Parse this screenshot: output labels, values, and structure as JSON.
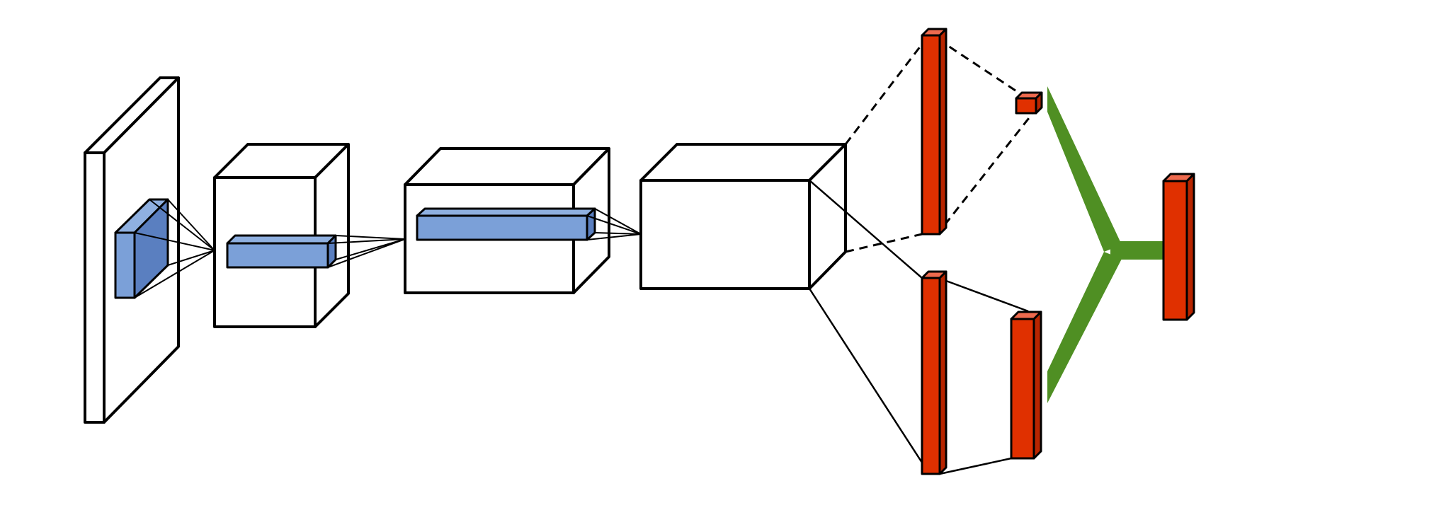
{
  "diagram": {
    "type": "cnn-architecture",
    "colors": {
      "outline": "#000000",
      "volume_fill": "#ffffff",
      "kernel_front": "#7ba0d8",
      "kernel_top": "#8fb0e0",
      "kernel_side": "#5a7fc0",
      "fc_front": "#e03000",
      "fc_top": "#ee6a4e",
      "fc_side": "#b82500",
      "merge": "#4f8f23"
    },
    "components": [
      {
        "kind": "input-volume",
        "stage": 1
      },
      {
        "kind": "convolution-volume",
        "stage": 2
      },
      {
        "kind": "convolution-volume",
        "stage": 3
      },
      {
        "kind": "convolution-volume",
        "stage": 4
      },
      {
        "kind": "fully-connected-branch",
        "branch": "upper",
        "connection": "dashed"
      },
      {
        "kind": "fully-connected-branch",
        "branch": "lower",
        "connection": "solid"
      },
      {
        "kind": "merge",
        "shape": "y-junction"
      },
      {
        "kind": "output-layer"
      }
    ],
    "text_labels": []
  }
}
